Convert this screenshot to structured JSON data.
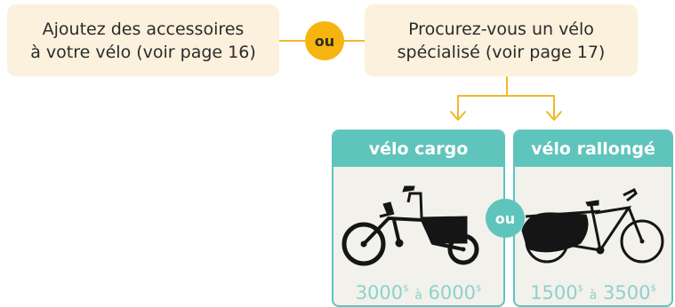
{
  "left_box": {
    "line1": "Ajoutez des accessoires",
    "line2": "à votre vélo (voir page 16)"
  },
  "right_box": {
    "line1": "Procurez-vous un vélo",
    "line2": "spécialisé (voir page 17)"
  },
  "or_top": "ou",
  "or_middle": "ou",
  "cards": [
    {
      "title": "vélo cargo",
      "price_from": "3000",
      "currency": "$",
      "between": "à",
      "price_to": "6000"
    },
    {
      "title": "vélo rallongé",
      "price_from": "1500",
      "currency": "$",
      "between": "à",
      "price_to": "3500"
    }
  ],
  "colors": {
    "accent_yellow": "#f2b925",
    "teal": "#5fc4bc",
    "cream": "#fbf1dc"
  },
  "icons": [
    "cargo-bike-icon",
    "longtail-bike-icon",
    "down-arrow-icon"
  ]
}
